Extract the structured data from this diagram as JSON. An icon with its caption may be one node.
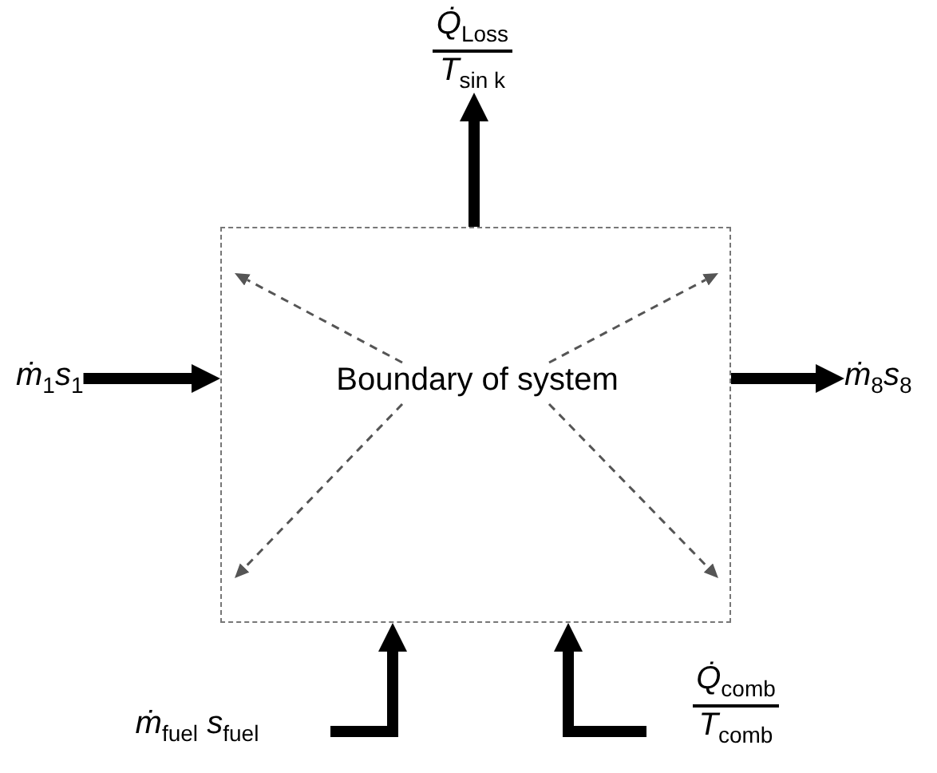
{
  "diagram": {
    "nodes": [
      {
        "text": [],
        "shape": "box"
      },
      {
        "text": [
          "Boundary of system"
        ],
        "in": 0
      },
      {
        "text": [
          "*ṁ*$_{1}$*s*$_{1}$"
        ]
      },
      {
        "text": [
          "*ṁ*$_{8}$*s*$_{8}$"
        ]
      },
      {
        "text": [
          "*Q̇*$_{Loss}$",
          "*T*$_{sin k}$"
        ]
      },
      {
        "text": [
          "*ṁ*$_{fuel}$ *s*$_{fuel}$"
        ]
      },
      {
        "text": [
          "*Q̇*$_{comb}$",
          "*T*$_{comb}$"
        ]
      }
    ],
    "edges": [
      {
        "from": 1,
        "to": 0,
        "arrow": "to",
        "style": "dashed",
        "color": "#555555"
      },
      {
        "from": 1,
        "to": 0,
        "arrow": "to",
        "style": "dashed",
        "color": "#555555"
      },
      {
        "from": 1,
        "to": 0,
        "arrow": "to",
        "style": "dashed",
        "color": "#555555"
      },
      {
        "from": 1,
        "to": 0,
        "arrow": "to",
        "style": "dashed",
        "color": "#555555"
      },
      {
        "from": 2,
        "to": 0,
        "arrow": "to"
      },
      {
        "from": 0,
        "to": 3,
        "arrow": "to"
      },
      {
        "from": 0,
        "to": 4,
        "arrow": "to"
      },
      {
        "from": 5,
        "to": 0,
        "arrow": "to"
      },
      {
        "from": 6,
        "to": 0,
        "arrow": "to"
      }
    ]
  }
}
